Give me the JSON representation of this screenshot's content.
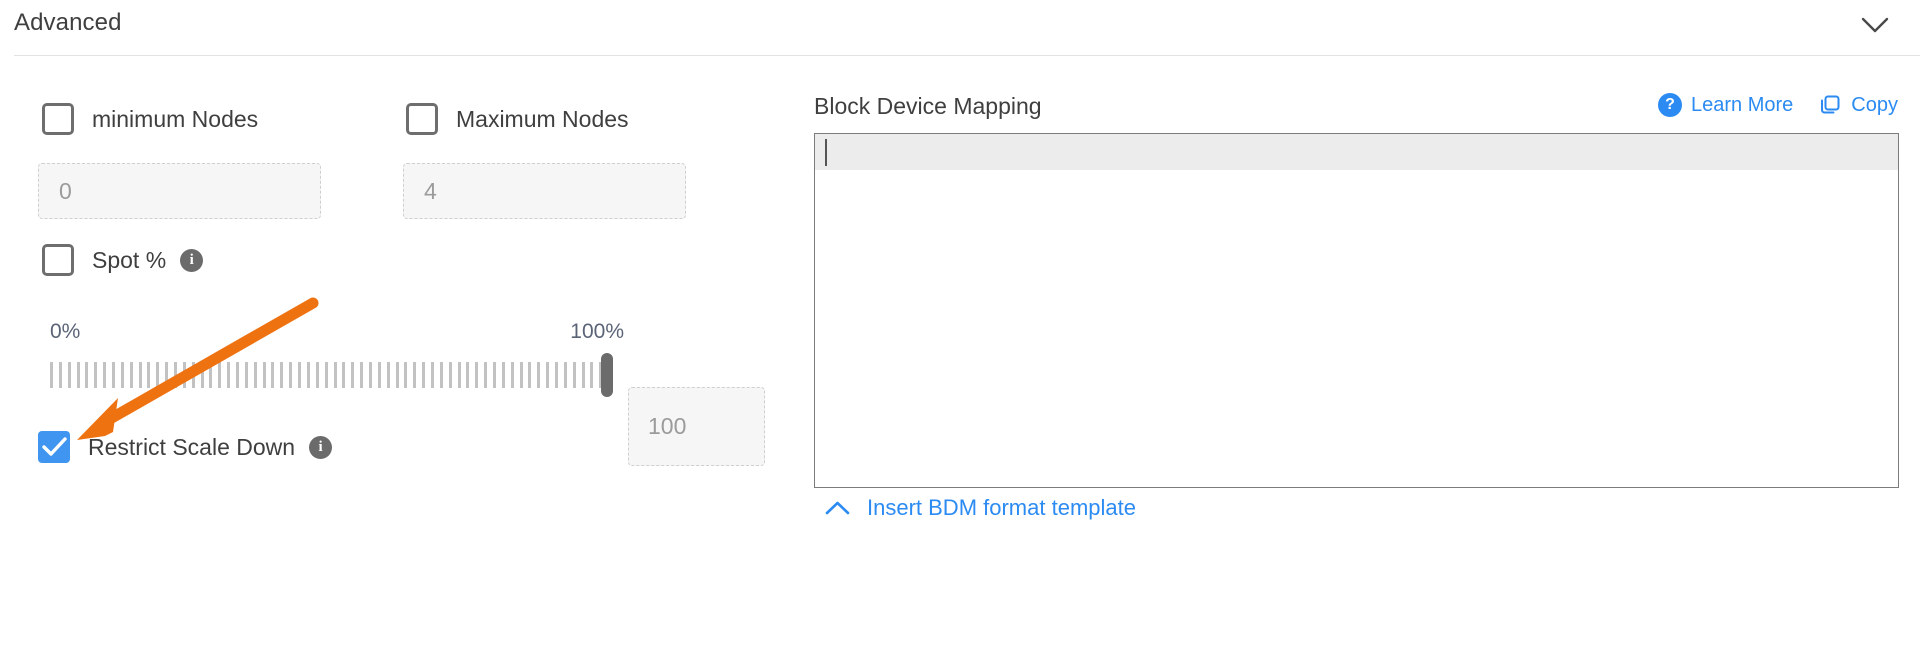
{
  "header": {
    "title": "Advanced",
    "collapse_icon": "chevron-down-icon"
  },
  "left": {
    "min_nodes": {
      "checkbox_label": "minimum Nodes",
      "checked": false,
      "field_placeholder": "0"
    },
    "max_nodes": {
      "checkbox_label": "Maximum Nodes",
      "checked": false,
      "field_placeholder": "4"
    },
    "spot": {
      "checkbox_label": "Spot %",
      "checked": false,
      "info_icon": "info-icon",
      "info_glyph": "i"
    },
    "slider": {
      "min_label": "0%",
      "max_label": "100%",
      "value": "100",
      "value_placeholder": "100",
      "position_percent": 100,
      "tick_count": 64
    },
    "restrict": {
      "checkbox_label": "Restrict Scale Down",
      "checked": true,
      "info_icon": "info-icon",
      "info_glyph": "i"
    }
  },
  "right": {
    "title": "Block Device Mapping",
    "learn_more": {
      "label": "Learn More",
      "icon": "question-mark-icon",
      "glyph": "?"
    },
    "copy": {
      "label": "Copy",
      "icon": "copy-icon"
    },
    "editor": {
      "value": "",
      "placeholder": ""
    },
    "footer_link": {
      "label": "Insert BDM format template",
      "icon": "chevron-up-icon"
    }
  },
  "colors": {
    "accent_blue": "#2b8bf2",
    "checkbox_blue": "#3f95f0",
    "annotation_orange": "#ef7211",
    "slider_label": "#5b6477",
    "text_primary": "#3f3f3f",
    "placeholder_gray": "#9b9b9b"
  },
  "annotation": {
    "type": "arrow",
    "color": "#ef7211",
    "points_to": "restrict-scale-down-checkbox"
  }
}
